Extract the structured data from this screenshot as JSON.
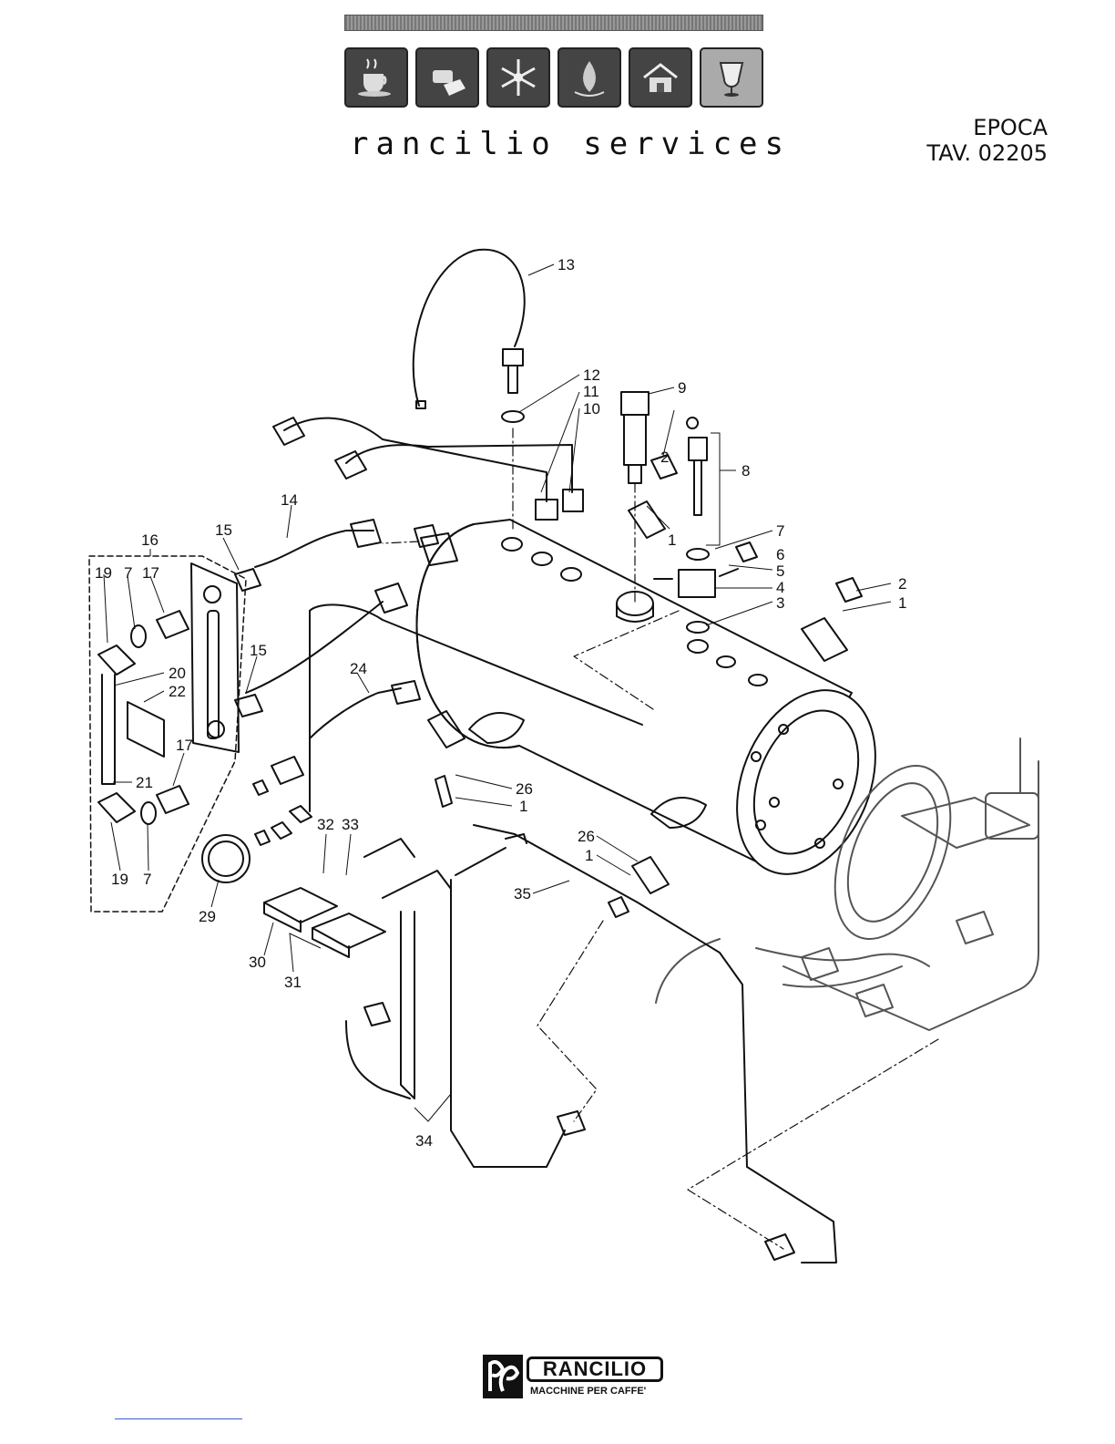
{
  "header": {
    "brand_text": "rancilio services",
    "model": "EPOCA",
    "table_ref": "TAV. 02205",
    "icons": [
      "coffee-cup-icon",
      "cup-hand-icon",
      "snowflake-icon",
      "water-drop-icon",
      "house-icon",
      "glass-icon"
    ]
  },
  "diagram": {
    "callouts": [
      {
        "id": "c13",
        "text": "13"
      },
      {
        "id": "c12",
        "text": "12"
      },
      {
        "id": "c11",
        "text": "11"
      },
      {
        "id": "c10",
        "text": "10"
      },
      {
        "id": "c9",
        "text": "9"
      },
      {
        "id": "c8",
        "text": "8"
      },
      {
        "id": "c2a",
        "text": "2"
      },
      {
        "id": "c1a",
        "text": "1"
      },
      {
        "id": "c7a",
        "text": "7"
      },
      {
        "id": "c6",
        "text": "6"
      },
      {
        "id": "c5",
        "text": "5"
      },
      {
        "id": "c4",
        "text": "4"
      },
      {
        "id": "c3",
        "text": "3"
      },
      {
        "id": "c2b",
        "text": "2"
      },
      {
        "id": "c1b",
        "text": "1"
      },
      {
        "id": "c14",
        "text": "14"
      },
      {
        "id": "c15a",
        "text": "15"
      },
      {
        "id": "c16",
        "text": "16"
      },
      {
        "id": "c19a",
        "text": "19"
      },
      {
        "id": "c7b",
        "text": "7"
      },
      {
        "id": "c17a",
        "text": "17"
      },
      {
        "id": "c15b",
        "text": "15"
      },
      {
        "id": "c20",
        "text": "20"
      },
      {
        "id": "c22",
        "text": "22"
      },
      {
        "id": "c24",
        "text": "24"
      },
      {
        "id": "c17b",
        "text": "17"
      },
      {
        "id": "c21",
        "text": "21"
      },
      {
        "id": "c26a",
        "text": "26"
      },
      {
        "id": "c1c",
        "text": "1"
      },
      {
        "id": "c19b",
        "text": "19"
      },
      {
        "id": "c7c",
        "text": "7"
      },
      {
        "id": "c29",
        "text": "29"
      },
      {
        "id": "c32",
        "text": "32"
      },
      {
        "id": "c33",
        "text": "33"
      },
      {
        "id": "c26b",
        "text": "26"
      },
      {
        "id": "c1d",
        "text": "1"
      },
      {
        "id": "c35",
        "text": "35"
      },
      {
        "id": "c30",
        "text": "30"
      },
      {
        "id": "c31",
        "text": "31"
      },
      {
        "id": "c34",
        "text": "34"
      }
    ]
  },
  "footer": {
    "logo_word": "RANCILIO",
    "logo_sub": "MACCHINE PER CAFFE'"
  }
}
